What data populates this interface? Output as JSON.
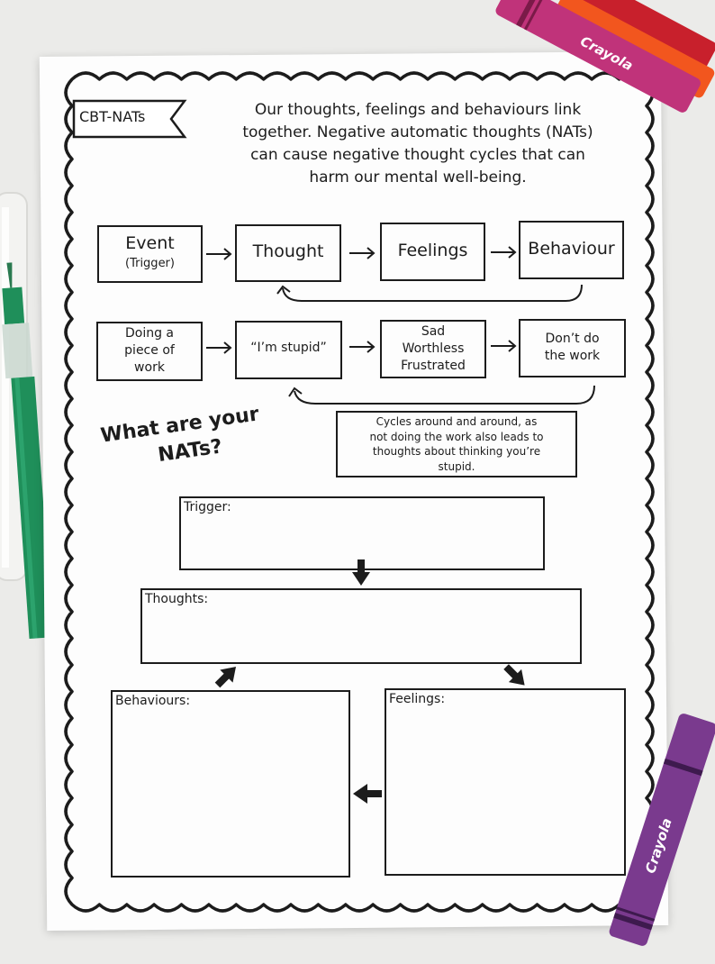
{
  "tag": {
    "label": "CBT-NATs"
  },
  "intro": {
    "lines": [
      "Our thoughts, feelings and behaviours link",
      "together. Negative automatic thoughts (NATs)",
      "can cause negative thought cycles that can",
      "harm our mental well-being."
    ]
  },
  "cycle": {
    "event": "Event",
    "event_sub": "(Trigger)",
    "thought": "Thought",
    "feelings": "Feelings",
    "behaviour": "Behaviour"
  },
  "example": {
    "event_lines": [
      "Doing a",
      "piece of",
      "work"
    ],
    "thought": "“I’m stupid”",
    "feelings_lines": [
      "Sad",
      "Worthless",
      "Frustrated"
    ],
    "behaviour_lines": [
      "Don’t do",
      "the work"
    ],
    "note_lines": [
      "Cycles around and around, as",
      "not doing the work also leads to",
      "thoughts about thinking you’re",
      "stupid."
    ]
  },
  "question": {
    "lines": [
      "What are your",
      "NATs?"
    ]
  },
  "worksheet": {
    "trigger": "Trigger:",
    "thoughts": "Thoughts:",
    "behaviours": "Behaviours:",
    "feelings": "Feelings:"
  },
  "props": {
    "crayon_brand": "Crayola",
    "colors": {
      "crayon_magenta": "#c0337a",
      "crayon_orange": "#f2561e",
      "crayon_red": "#c8202c",
      "crayon_purple": "#7a3a8e",
      "pen_green": "#1f8f5a"
    }
  }
}
